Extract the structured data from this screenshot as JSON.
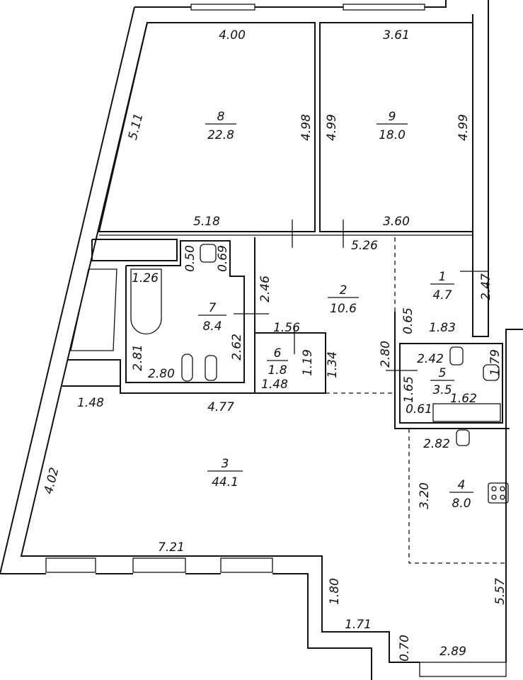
{
  "rooms": [
    {
      "number": "8",
      "area": "22.8"
    },
    {
      "number": "9",
      "area": "18.0"
    },
    {
      "number": "2",
      "area": "10.6"
    },
    {
      "number": "1",
      "area": "4.7"
    },
    {
      "number": "7",
      "area": "8.4"
    },
    {
      "number": "6",
      "area": "1.8"
    },
    {
      "number": "5",
      "area": "3.5"
    },
    {
      "number": "3",
      "area": "44.1"
    },
    {
      "number": "4",
      "area": "8.0"
    }
  ],
  "dimensions": [
    "4.00",
    "3.61",
    "5.11",
    "4.98",
    "4.99",
    "4.99",
    "5.18",
    "3.60",
    "5.26",
    "0.50",
    "0.69",
    "2.46",
    "1.26",
    "2.47",
    "0.65",
    "1.83",
    "1.56",
    "2.62",
    "2.81",
    "2.80",
    "1.19",
    "1.34",
    "1.48",
    "2.80",
    "2.42",
    "1.79",
    "1.65",
    "1.62",
    "0.61",
    "1.48",
    "4.77",
    "2.82",
    "4.02",
    "3.20",
    "7.21",
    "1.80",
    "1.71",
    "5.57",
    "0.70",
    "2.89"
  ]
}
